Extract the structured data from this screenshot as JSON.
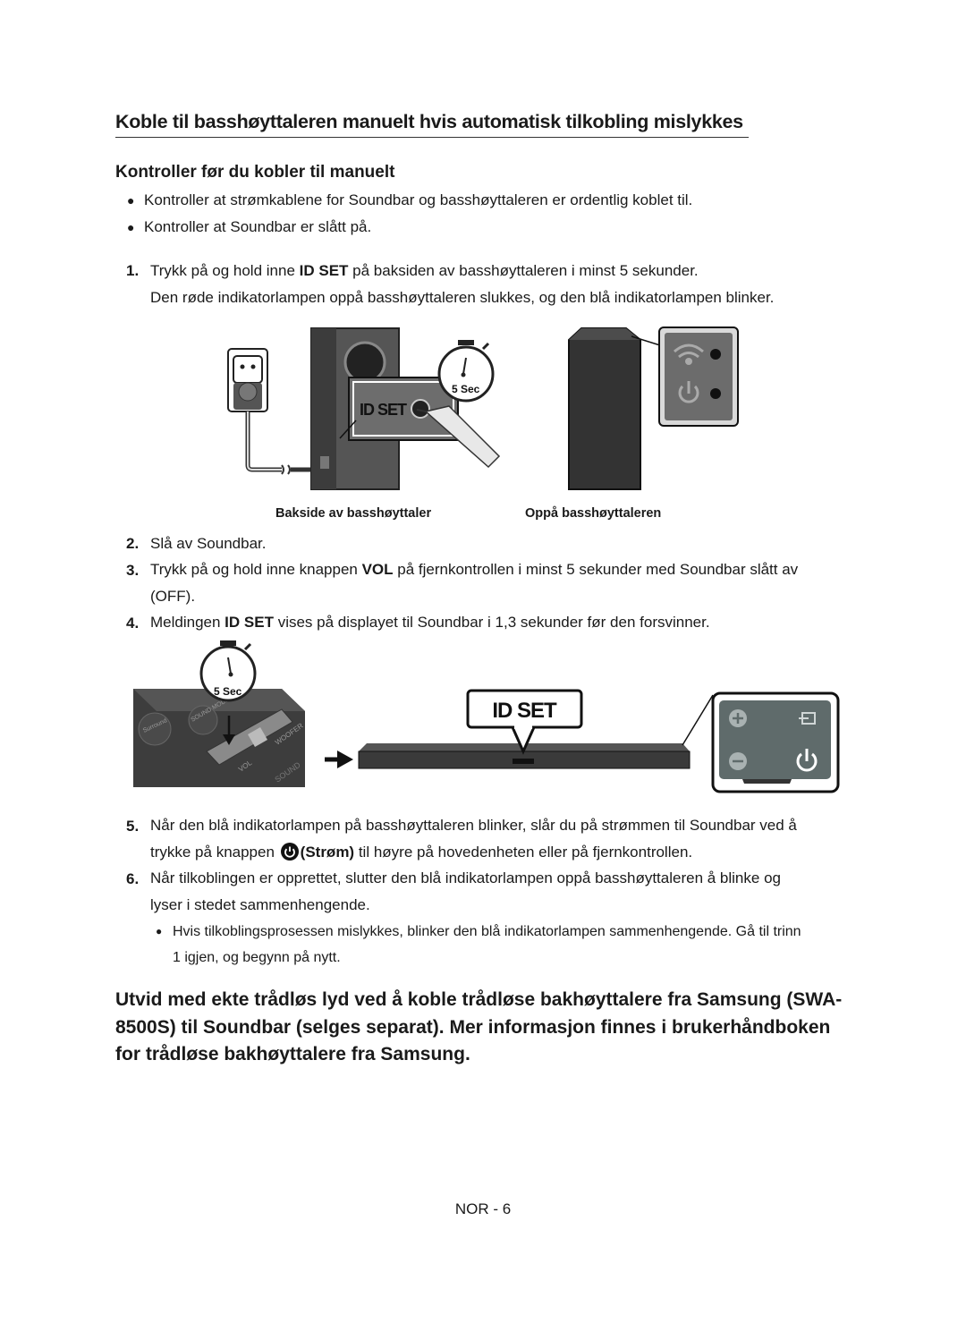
{
  "heading": "Koble til basshøyttaleren manuelt hvis automatisk tilkobling mislykkes",
  "subheading": "Kontroller før du kobler til manuelt",
  "checks": [
    "Kontroller at strømkablene for Soundbar og basshøyttaleren er ordentlig koblet til.",
    "Kontroller at Soundbar er slått på."
  ],
  "steps": {
    "s1": {
      "num": "1.",
      "pre": "Trykk på og hold inne ",
      "key": "ID SET",
      "post": " på baksiden av basshøyttaleren i minst 5 sekunder.",
      "line2": "Den røde indikatorlampen oppå basshøyttaleren slukkes, og den blå indikatorlampen blinker."
    },
    "s2": {
      "num": "2.",
      "text": "Slå av Soundbar."
    },
    "s3": {
      "num": "3.",
      "pre": "Trykk på og hold inne knappen ",
      "key": "VOL",
      "post": " på fjernkontrollen i minst 5 sekunder med Soundbar slått av",
      "line2": "(OFF)."
    },
    "s4": {
      "num": "4.",
      "pre": "Meldingen ",
      "key": "ID SET",
      "post": " vises på displayet til Soundbar i 1,3 sekunder før den forsvinner."
    },
    "s5": {
      "num": "5.",
      "line1": "Når den blå indikatorlampen på basshøyttaleren blinker, slår du på strømmen til Soundbar ved å",
      "pre": "trykke på knappen ",
      "key": "(Strøm)",
      "post": " til høyre på hovedenheten eller på fjernkontrollen."
    },
    "s6": {
      "num": "6.",
      "line1": "Når tilkoblingen er opprettet, slutter den blå indikatorlampen oppå basshøyttaleren å blinke og",
      "line2": "lyser i stedet sammenhengende."
    },
    "note": {
      "line1": "Hvis tilkoblingsprosessen mislykkes, blinker den blå indikatorlampen sammenhengende. Gå til trinn",
      "line2": "1 igjen, og begynn på nytt."
    }
  },
  "figure1": {
    "timer": "5 Sec",
    "id_set": "ID SET",
    "caption_left": "Bakside av basshøyttaler",
    "caption_right": "Oppå basshøyttaleren"
  },
  "figure2": {
    "timer": "5 Sec",
    "id_set": "ID SET",
    "remote_labels": {
      "surround": "Surround",
      "sound_mode": "SOUND MODE",
      "woofer": "WOOFER",
      "vol": "VOL",
      "sound": "SOUND"
    }
  },
  "closing": "Utvid med ekte trådløs lyd ved å koble trådløse bakhøyttalere fra Samsung (SWA-8500S) til Soundbar (selges separat). Mer informasjon finnes i brukerhåndboken for trådløse bakhøyttalere fra Samsung.",
  "footer": "NOR - 6",
  "colors": {
    "text": "#1a1a1a",
    "device_dark": "#3a3a3a",
    "panel": "#5f6b6b",
    "accent": "#ffffff"
  }
}
